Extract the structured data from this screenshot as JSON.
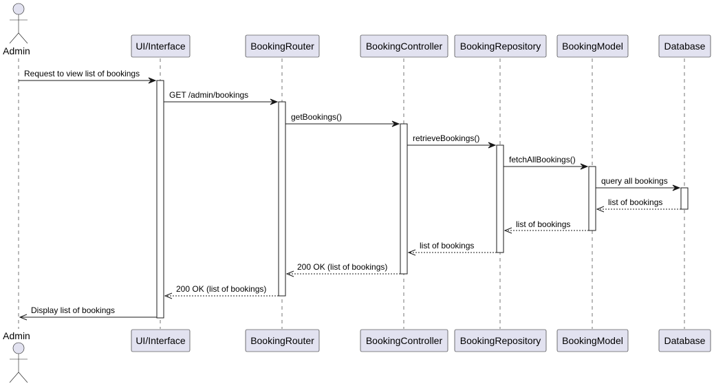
{
  "actor": {
    "name": "Admin"
  },
  "participants": [
    {
      "id": "ui",
      "name": "UI/Interface"
    },
    {
      "id": "router",
      "name": "BookingRouter"
    },
    {
      "id": "controller",
      "name": "BookingController"
    },
    {
      "id": "repository",
      "name": "BookingRepository"
    },
    {
      "id": "model",
      "name": "BookingModel"
    },
    {
      "id": "db",
      "name": "Database"
    }
  ],
  "messages": [
    {
      "from": "admin",
      "to": "ui",
      "label": "Request to view list of bookings",
      "type": "call"
    },
    {
      "from": "ui",
      "to": "router",
      "label": "GET /admin/bookings",
      "type": "call"
    },
    {
      "from": "router",
      "to": "controller",
      "label": "getBookings()",
      "type": "call"
    },
    {
      "from": "controller",
      "to": "repository",
      "label": "retrieveBookings()",
      "type": "call"
    },
    {
      "from": "repository",
      "to": "model",
      "label": "fetchAllBookings()",
      "type": "call"
    },
    {
      "from": "model",
      "to": "db",
      "label": "query all bookings",
      "type": "call"
    },
    {
      "from": "db",
      "to": "model",
      "label": "list of bookings",
      "type": "return"
    },
    {
      "from": "model",
      "to": "repository",
      "label": "list of bookings",
      "type": "return"
    },
    {
      "from": "repository",
      "to": "controller",
      "label": "list of bookings",
      "type": "return"
    },
    {
      "from": "controller",
      "to": "router",
      "label": "200 OK (list of bookings)",
      "type": "return"
    },
    {
      "from": "router",
      "to": "ui",
      "label": "200 OK (list of bookings)",
      "type": "return"
    },
    {
      "from": "ui",
      "to": "admin",
      "label": "Display list of bookings",
      "type": "call"
    }
  ]
}
